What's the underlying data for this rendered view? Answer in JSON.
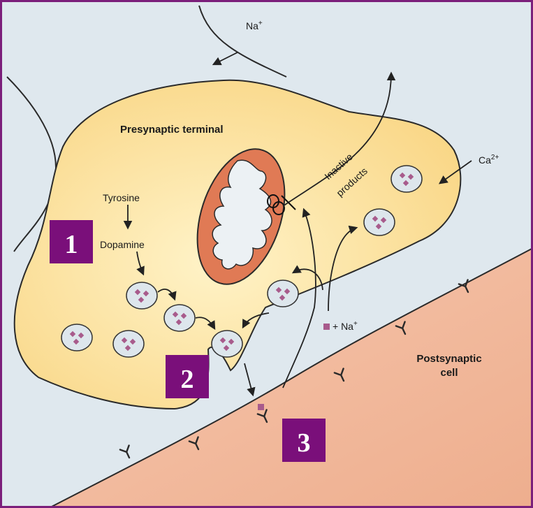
{
  "labels": {
    "presynaptic_terminal": "Presynaptic terminal",
    "tyrosine": "Tyrosine",
    "dopamine": "Dopamine",
    "na_ion_base": "Na",
    "na_ion_charge": "+",
    "ca_ion_base": "Ca",
    "ca_ion_charge": "2+",
    "inactive": "Inactive",
    "products": "products",
    "reuptake_plus_na": "+ Na",
    "reuptake_na_charge": "+",
    "postsynaptic_line1": "Postsynaptic",
    "postsynaptic_line2": "cell"
  },
  "badges": [
    "1",
    "2",
    "3"
  ],
  "colors": {
    "frame": "#7b1f7b",
    "background": "#dfe8ee",
    "terminal_fill": "#fbdd8e",
    "terminal_fill_inner": "#fff3c8",
    "postsynaptic_fill": "#f1b79a",
    "mitochondrion": "#e07a55",
    "mitochondrion_inner": "#ecf1f4",
    "vesicle": "#dde6ec",
    "dopamine_granule": "#a85b8c",
    "badge": "#7a0f7a",
    "arrow": "#222222"
  },
  "icons": [
    "vesicle-icon",
    "mao-enzyme-icon",
    "dopamine-receptor-icon",
    "arrow-icon"
  ]
}
